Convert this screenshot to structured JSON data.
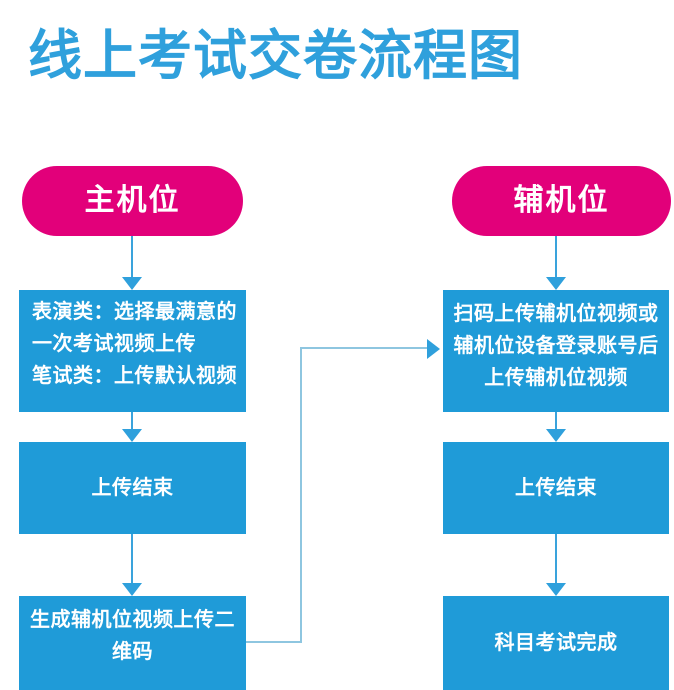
{
  "title": "线上考试交卷流程图",
  "theme": {
    "title_color": "#2fa0dc",
    "pill_color": "#e2007a",
    "box_color": "#1f9bd8",
    "arrow_color": "#2fa0dc",
    "connector_color": "#8ec6e0",
    "text_color": "#ffffff",
    "background": "#ffffff"
  },
  "columns": {
    "left": {
      "header": "主机位",
      "nodes": [
        {
          "id": "upload-rules",
          "label": "表演类：选择最满意的\n一次考试视频上传\n笔试类：上传默认视频"
        },
        {
          "id": "upload-done",
          "label": "上传结束"
        },
        {
          "id": "qrcode",
          "label": "生成辅机位视频上传二\n维码"
        }
      ]
    },
    "right": {
      "header": "辅机位",
      "nodes": [
        {
          "id": "aux-upload",
          "label": "扫码上传辅机位视频或\n辅机位设备登录账号后\n上传辅机位视频"
        },
        {
          "id": "upload-done",
          "label": "上传结束"
        },
        {
          "id": "exam-done",
          "label": "科目考试完成"
        }
      ]
    }
  },
  "connectors": [
    {
      "id": "c1",
      "from": "主机位",
      "to": "表演类：选择最满意的一次考试视频上传 / 笔试类：上传默认视频",
      "direction": "down"
    },
    {
      "id": "c2",
      "from": "表演类：选择最满意的一次考试视频上传 / 笔试类：上传默认视频",
      "to": "上传结束",
      "direction": "down"
    },
    {
      "id": "c3",
      "from": "上传结束",
      "to": "生成辅机位视频上传二维码",
      "direction": "down"
    },
    {
      "id": "c4",
      "from": "辅机位",
      "to": "扫码上传辅机位视频或辅机位设备登录账号后上传辅机位视频",
      "direction": "down"
    },
    {
      "id": "c5",
      "from": "扫码上传辅机位视频或辅机位设备登录账号后上传辅机位视频",
      "to": "上传结束",
      "direction": "down"
    },
    {
      "id": "c6",
      "from": "上传结束",
      "to": "科目考试完成",
      "direction": "down"
    },
    {
      "id": "c7",
      "from": "生成辅机位视频上传二维码",
      "to": "扫码上传辅机位视频或辅机位设备登录账号后上传辅机位视频",
      "direction": "elbow-right"
    }
  ]
}
